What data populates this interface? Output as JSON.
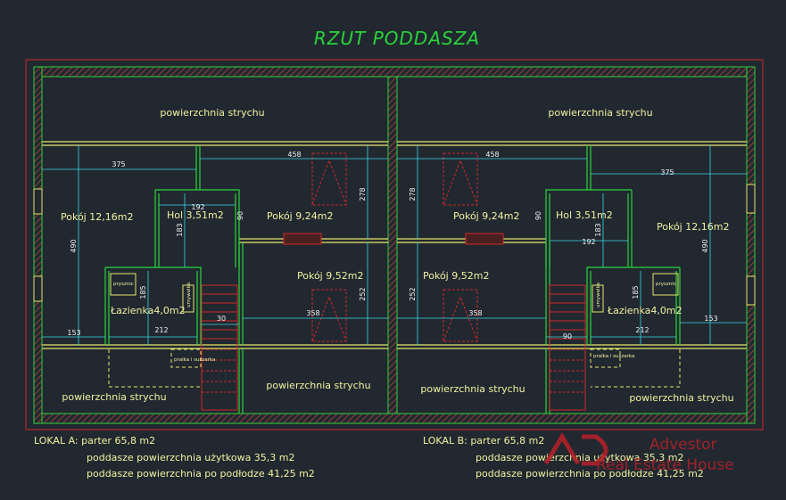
{
  "title": "RZUT PODDASZA",
  "rooms": {
    "attic_top_left": "powierzchnia strychu",
    "attic_top_right": "powierzchnia strychu",
    "attic_bottom_left": "powierzchnia strychu",
    "attic_bottom_mid_left": "powierzchnia strychu",
    "attic_bottom_mid_right": "powierzchnia strychu",
    "attic_bottom_right": "powierzchnia strychu",
    "pokoj_a1": "Pokój 12,16m2",
    "hol_a": "Hol 3,51m2",
    "pokoj_a2": "Pokój 9,24m2",
    "pokoj_a3": "Pokój 9,52m2",
    "lazienka_a": "Łazienka4,0m2",
    "pokoj_b1": "Pokój 12,16m2",
    "hol_b": "Hol 3,51m2",
    "pokoj_b2": "Pokój 9,24m2",
    "pokoj_b3": "Pokój 9,52m2",
    "lazienka_b": "Łazienka4,0m2"
  },
  "fixtures": {
    "prysznic_a": "prysznic",
    "umywalka_a": "umywalka",
    "pralka_a": "pralka i suszarka",
    "prysznic_b": "prysznic",
    "umywalka_b": "umywalka",
    "pralka_b": "pralka i suszarka"
  },
  "dimensions": {
    "a_375": "375",
    "a_458": "458",
    "a_192_top": "192",
    "a_278": "278",
    "a_490": "490",
    "a_183": "183",
    "a_90": "90",
    "a_185": "185",
    "a_30": "30",
    "a_358": "358",
    "a_252": "252",
    "a_153": "153",
    "a_212": "212",
    "b_458": "458",
    "b_375": "375",
    "b_278": "278",
    "b_90": "90",
    "b_183": "183",
    "b_192": "192",
    "b_490": "490",
    "b_185": "185",
    "b_252": "252",
    "b_358": "358",
    "b_90b": "90",
    "b_212": "212",
    "b_153": "153"
  },
  "notes": {
    "lokal_a_line1": "LOKAL A: parter 65,8 m2",
    "lokal_a_line2": "poddasze powierzchnia użytkowa 35,3 m2",
    "lokal_a_line3": "poddasze powierzchnia po podłodze 41,25 m2",
    "lokal_b_line1": "LOKAL B: parter 65,8 m2",
    "lokal_b_line2": "poddasze powierzchnia użytkowa 35,3 m2",
    "lokal_b_line3": "poddasze powierzchnia po podłodze 41,25 m2"
  },
  "watermark": {
    "line1": "Advestor",
    "line2": "Real Estate House"
  },
  "colors": {
    "background": "#212830",
    "wall_green": "#2ad43a",
    "wall_yellow": "#e6e66a",
    "dimension_cyan": "#3ad6e6",
    "outline_red": "#d02828",
    "text_yellow": "#f2f2a0"
  }
}
